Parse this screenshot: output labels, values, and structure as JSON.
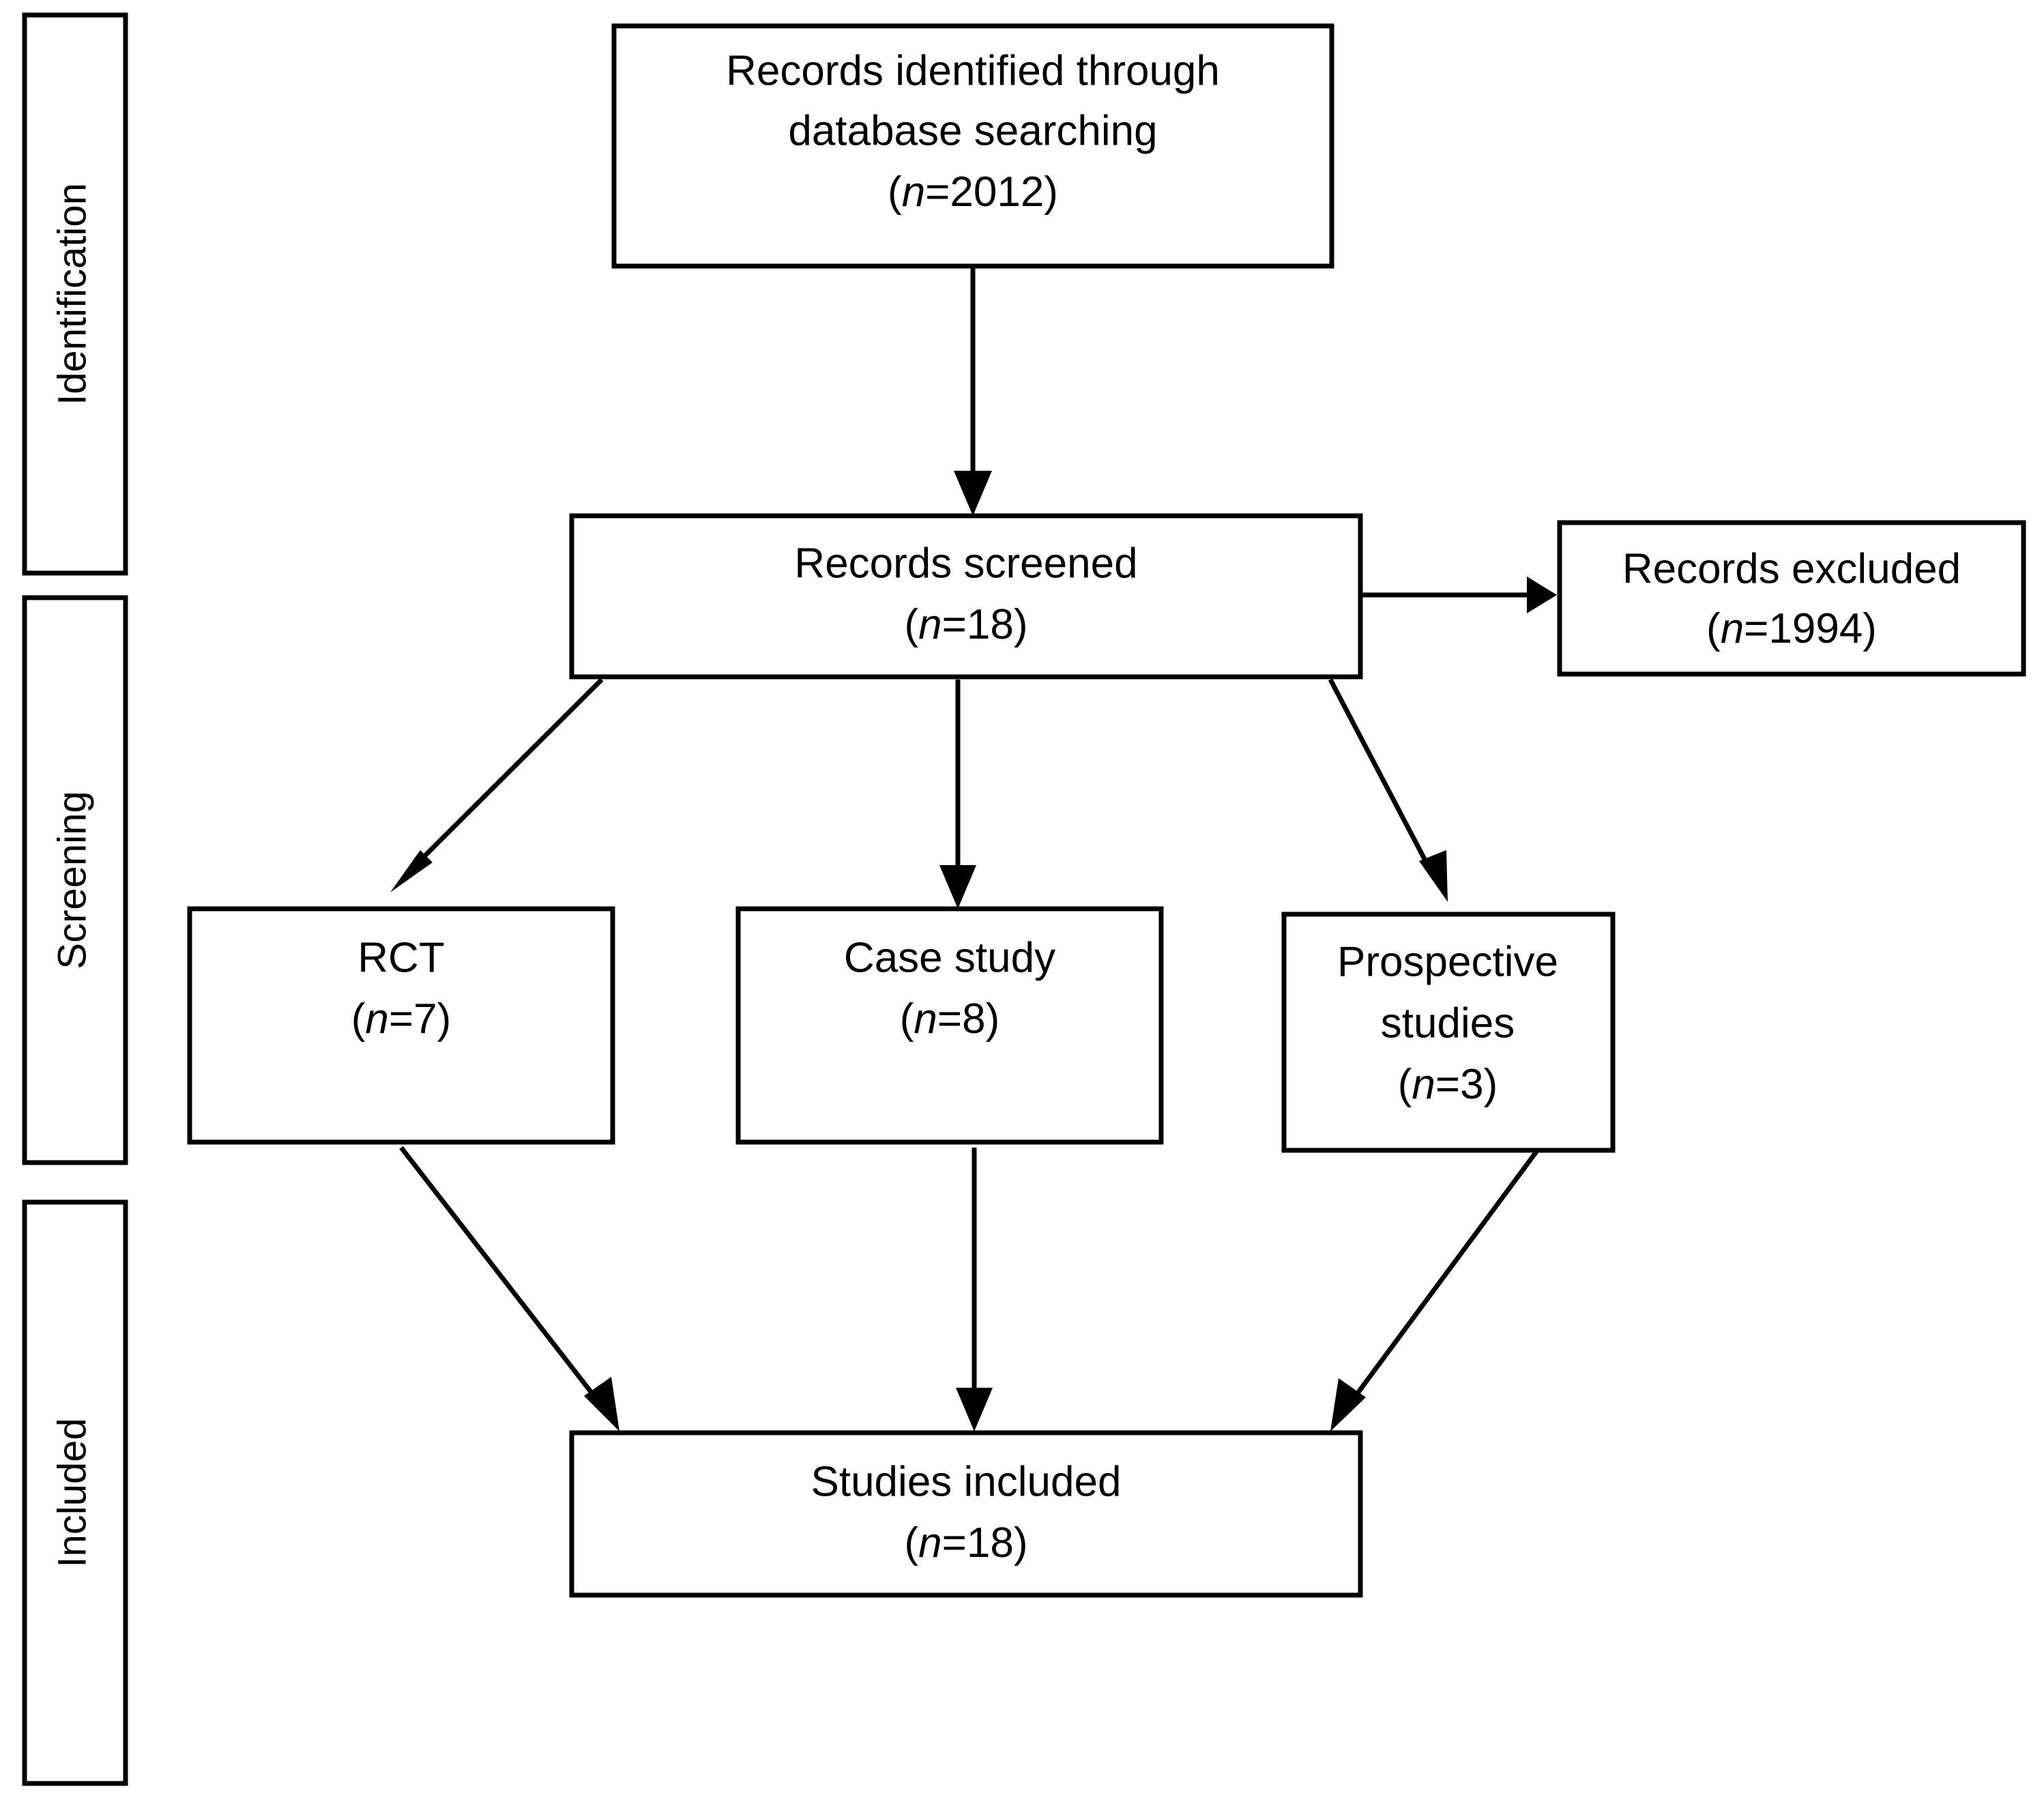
{
  "diagram": {
    "type": "prisma-flow-diagram",
    "title": "PRISMA study selection flow diagram",
    "background_color": "#ffffff",
    "line_color": "#000000",
    "text_color": "#000000"
  },
  "stages": [
    {
      "id": "identification",
      "label": "Identification"
    },
    {
      "id": "screening",
      "label": "Screening"
    },
    {
      "id": "included",
      "label": "Included"
    }
  ],
  "boxes": {
    "records_identified": {
      "line1": "Records identified through",
      "line2": "database searching",
      "count_prefix": "(",
      "count_italic": "n",
      "count_value": "=2012)",
      "n_label": "(n=2012)",
      "n": 2012
    },
    "records_screened": {
      "line1": "Records screened",
      "count_prefix": "(",
      "count_italic": "n",
      "count_value": "=18)",
      "n_label": "(n=18)",
      "n": 18
    },
    "records_excluded": {
      "line1": "Records excluded",
      "count_prefix": "(",
      "count_italic": "n",
      "count_value": "=1994)",
      "n_label": "(n=1994)",
      "n": 1994
    },
    "rct": {
      "line1": "RCT",
      "count_prefix": "(",
      "count_italic": "n",
      "count_value": "=7)",
      "n_label": "(n=7)",
      "n": 7
    },
    "case_study": {
      "line1": "Case study",
      "count_prefix": "(",
      "count_italic": "n",
      "count_value": "=8)",
      "n_label": "(n=8)",
      "n": 8
    },
    "prospective_studies": {
      "line1": "Prospective",
      "line2": "studies",
      "count_prefix": "(",
      "count_italic": "n",
      "count_value": "=3)",
      "n_label": "(n=3)",
      "n": 3
    },
    "studies_included": {
      "line1": "Studies included",
      "count_prefix": "(",
      "count_italic": "n",
      "count_value": "=18)",
      "n_label": "(n=18)",
      "n": 18
    }
  },
  "chart_data": {
    "type": "diagram",
    "title": "PRISMA flow of study selection",
    "nodes": [
      {
        "id": "records_identified",
        "label": "Records identified through database searching",
        "n": 2012,
        "stage": "Identification"
      },
      {
        "id": "records_screened",
        "label": "Records screened",
        "n": 18,
        "stage": "Screening"
      },
      {
        "id": "records_excluded",
        "label": "Records excluded",
        "n": 1994,
        "stage": "Screening"
      },
      {
        "id": "rct",
        "label": "RCT",
        "n": 7,
        "stage": "Screening"
      },
      {
        "id": "case_study",
        "label": "Case study",
        "n": 8,
        "stage": "Screening"
      },
      {
        "id": "prospective_studies",
        "label": "Prospective studies",
        "n": 3,
        "stage": "Screening"
      },
      {
        "id": "studies_included",
        "label": "Studies included",
        "n": 18,
        "stage": "Included"
      }
    ],
    "edges": [
      {
        "from": "records_identified",
        "to": "records_screened"
      },
      {
        "from": "records_screened",
        "to": "records_excluded"
      },
      {
        "from": "records_screened",
        "to": "rct"
      },
      {
        "from": "records_screened",
        "to": "case_study"
      },
      {
        "from": "records_screened",
        "to": "prospective_studies"
      },
      {
        "from": "rct",
        "to": "studies_included"
      },
      {
        "from": "case_study",
        "to": "studies_included"
      },
      {
        "from": "prospective_studies",
        "to": "studies_included"
      }
    ]
  }
}
